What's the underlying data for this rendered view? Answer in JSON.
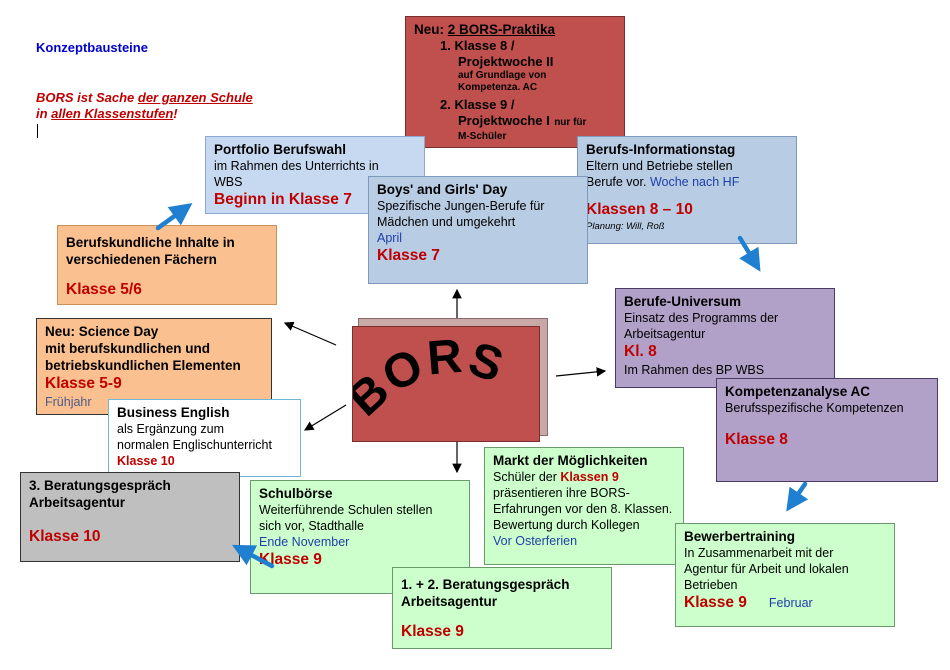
{
  "header": {
    "title": "Konzeptbausteine",
    "tagline_prefix": "BORS ist Sache ",
    "tagline_link1": "der ganzen Schule",
    "tagline_mid": "in ",
    "tagline_link2": "allen Klassenstufen",
    "tagline_suffix": "!"
  },
  "center": {
    "label": "BORS"
  },
  "colors": {
    "title_blue": "#0000cc",
    "accent_red": "#c00000",
    "link_blue": "#1f3fa8",
    "praktika_bg": "#c0504d",
    "portfolio_bg": "#c6d9f1",
    "info_bg": "#b8cce4",
    "orange_bg": "#fac090",
    "purple_bg": "#b1a0c7",
    "green_bg": "#ccffcc",
    "gray_bg": "#bfbfbf"
  },
  "boxes": {
    "praktika": {
      "title_prefix": "Neu: ",
      "title_link": "2 BORS-Praktika",
      "item1_line1": "1. Klasse 8 /",
      "item1_line2": "Projektwoche II",
      "item1_sub1": "auf Grundlage von",
      "item1_sub2": "Kompetenza. AC",
      "item2_line1": "2. Klasse 9 /",
      "item2_line2": "Projektwoche I",
      "item2_tail": "nur für",
      "item2_sub": "M-Schüler"
    },
    "portfolio": {
      "title": "Portfolio Berufswahl",
      "line1": "im Rahmen des Unterrichts in",
      "line2": "WBS",
      "class": "Beginn in Klasse 7"
    },
    "boys_girls": {
      "title": "Boys' and Girls' Day",
      "line1": "Spezifische Jungen-Berufe für",
      "line2": "Mädchen und umgekehrt",
      "date": "April",
      "class": "Klasse 7"
    },
    "info_day": {
      "title": "Berufs-Informationstag",
      "line1": "Eltern und Betriebe stellen",
      "line2_prefix": "Berufe vor. ",
      "line2_blue": "Woche nach HF",
      "class": "Klassen 8 – 10",
      "note": "Planung: Will, Roß"
    },
    "berufskundliche": {
      "title1": "Berufskundliche Inhalte in",
      "title2": "verschiedenen Fächern",
      "class": "Klasse 5/6"
    },
    "science_day": {
      "title1": "Neu: Science Day",
      "title2": "mit berufskundlichen und",
      "title3": "betriebskundlichen Elementen",
      "class": "Klasse 5-9",
      "date": "Frühjahr"
    },
    "business_english": {
      "title": "Business English",
      "line1": "als Ergänzung zum",
      "line2": "normalen Englischunterricht",
      "class": "Klasse 10"
    },
    "universum": {
      "title": "Berufe-Universum",
      "line1": "Einsatz des Programms der",
      "line2": "Arbeitsagentur",
      "class": "Kl. 8",
      "line3": "Im Rahmen des BP WBS"
    },
    "kompetenz": {
      "title": "Kompetenzanalyse AC",
      "line1": "Berufsspezifische Kompetenzen",
      "class": "Klasse 8"
    },
    "beratung3": {
      "title1": "3. Beratungsgespräch",
      "title2": "Arbeitsagentur",
      "class": "Klasse 10"
    },
    "schulboerse": {
      "title": "Schulbörse",
      "line1": "Weiterführende Schulen stellen",
      "line2": "sich vor, Stadthalle",
      "date": "Ende November",
      "class": "Klasse 9"
    },
    "markt": {
      "title": "Markt der Möglichkeiten",
      "line1_prefix": "Schüler der ",
      "line1_red": "Klassen 9",
      "line2": "präsentieren ihre BORS-",
      "line3": "Erfahrungen vor den 8. Klassen.",
      "line4": "Bewertung durch Kollegen",
      "date": "Vor Osterferien"
    },
    "beratung12": {
      "title1": "1. + 2. Beratungsgespräch",
      "title2": "Arbeitsagentur",
      "class": "Klasse 9"
    },
    "bewerber": {
      "title": "Bewerbertraining",
      "line1": "In Zusammenarbeit mit der",
      "line2": "Agentur für Arbeit und lokalen",
      "line3": "Betrieben",
      "class": "Klasse 9",
      "date": "Februar"
    }
  }
}
